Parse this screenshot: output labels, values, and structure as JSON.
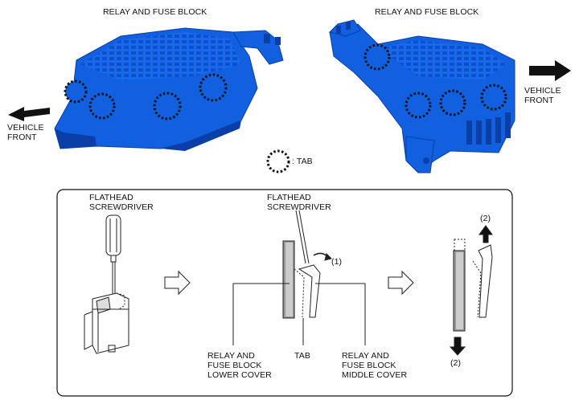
{
  "top": {
    "left_title": "RELAY AND FUSE BLOCK",
    "right_title": "RELAY AND FUSE BLOCK",
    "left_vehicle_front": "VEHICLE\nFRONT",
    "right_vehicle_front": "VEHICLE\nFRONT",
    "legend_tab": ": TAB"
  },
  "bottom": {
    "step1_tool": "FLATHEAD\nSCREWDRIVER",
    "step2_tool": "FLATHEAD\nSCREWDRIVER",
    "step2_marker": "(1)",
    "lower_cover": "RELAY AND\nFUSE BLOCK\nLOWER COVER",
    "tab": "TAB",
    "middle_cover": "RELAY AND\nFUSE BLOCK\nMIDDLE COVER",
    "step3_marker_top": "(2)",
    "step3_marker_bottom": "(2)"
  },
  "colors": {
    "part_blue": "#1060e0",
    "part_dark": "#0a3fa8",
    "line": "#222222"
  }
}
